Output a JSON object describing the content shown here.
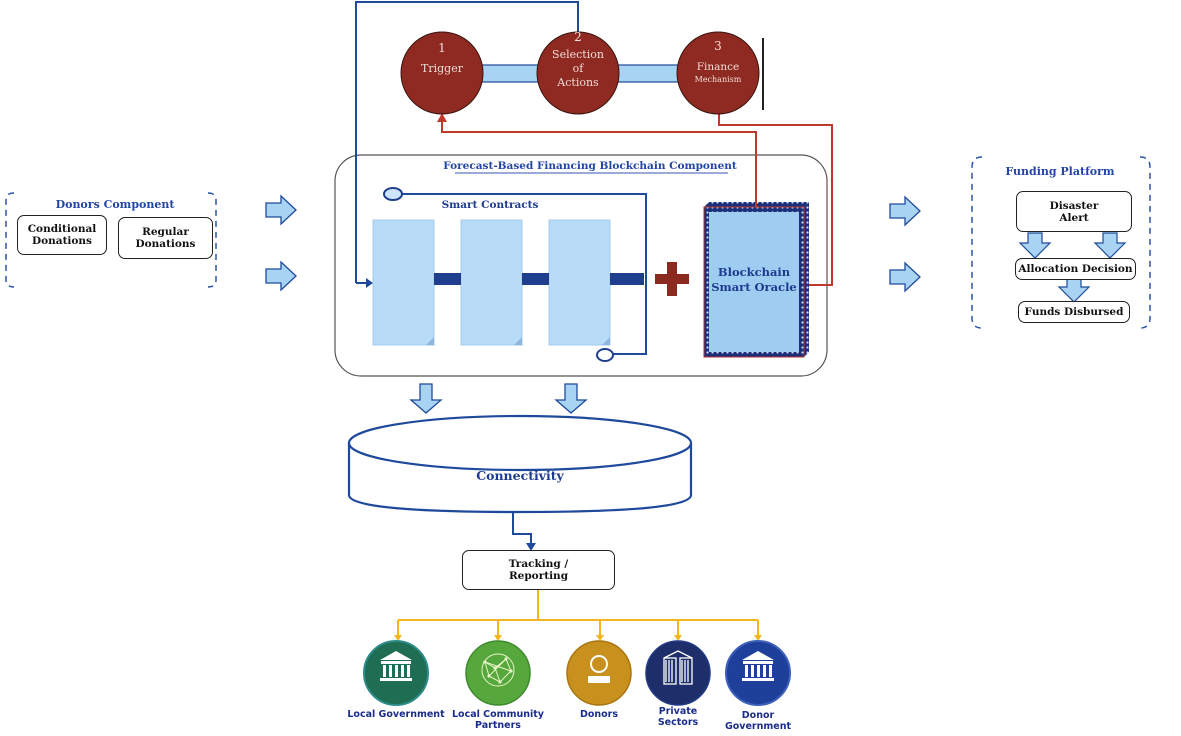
{
  "donors": {
    "title": "Donors Component",
    "conditional": "Conditional Donations",
    "regular": "Regular Donations"
  },
  "fbf": {
    "title": "Forecast-Based Financing Blockchain Component",
    "smart_contracts": "Smart Contracts",
    "oracle_line1": "Blockchain",
    "oracle_line2": "Smart Oracle"
  },
  "steps": [
    {
      "num": "1",
      "line1": "Trigger",
      "line2": ""
    },
    {
      "num": "2",
      "line1": "Selection",
      "line2": "of",
      "line3": "Actions"
    },
    {
      "num": "3",
      "line1": "Finance",
      "line2": "Mechanism"
    }
  ],
  "funding": {
    "title": "Funding Platform",
    "disaster_1": "Disaster",
    "disaster_2": "Alert",
    "allocation": "Allocation Decision",
    "funds": "Funds Disbursed"
  },
  "connectivity": "Connectivity",
  "tracking_1": "Tracking /",
  "tracking_2": "Reporting",
  "stakeholders": [
    {
      "line1": "Local Government",
      "line2": "",
      "color": "#1f6d52",
      "icon": "government-building-icon"
    },
    {
      "line1": "Local Community",
      "line2": "Partners",
      "color": "#56a83c",
      "icon": "globe-network-icon"
    },
    {
      "line1": "Donors",
      "line2": "",
      "color": "#c8911e",
      "icon": "donor-person-icon"
    },
    {
      "line1": "Private",
      "line2": "Sectors",
      "color": "#1d2e6a",
      "icon": "private-sector-gate-icon"
    },
    {
      "line1": "Donor",
      "line2": "Government",
      "color": "#1e3f9a",
      "icon": "government-building-icon"
    }
  ],
  "colors": {
    "step_circle": "#8e2a22",
    "blue_arrow": "#a9d3f2",
    "dark_blue": "#1f4a9c",
    "red_line": "#c0392b",
    "yellow_line": "#f2b51c",
    "oracle_fill": "#9fcdf1",
    "plus": "#8b2a1e"
  }
}
